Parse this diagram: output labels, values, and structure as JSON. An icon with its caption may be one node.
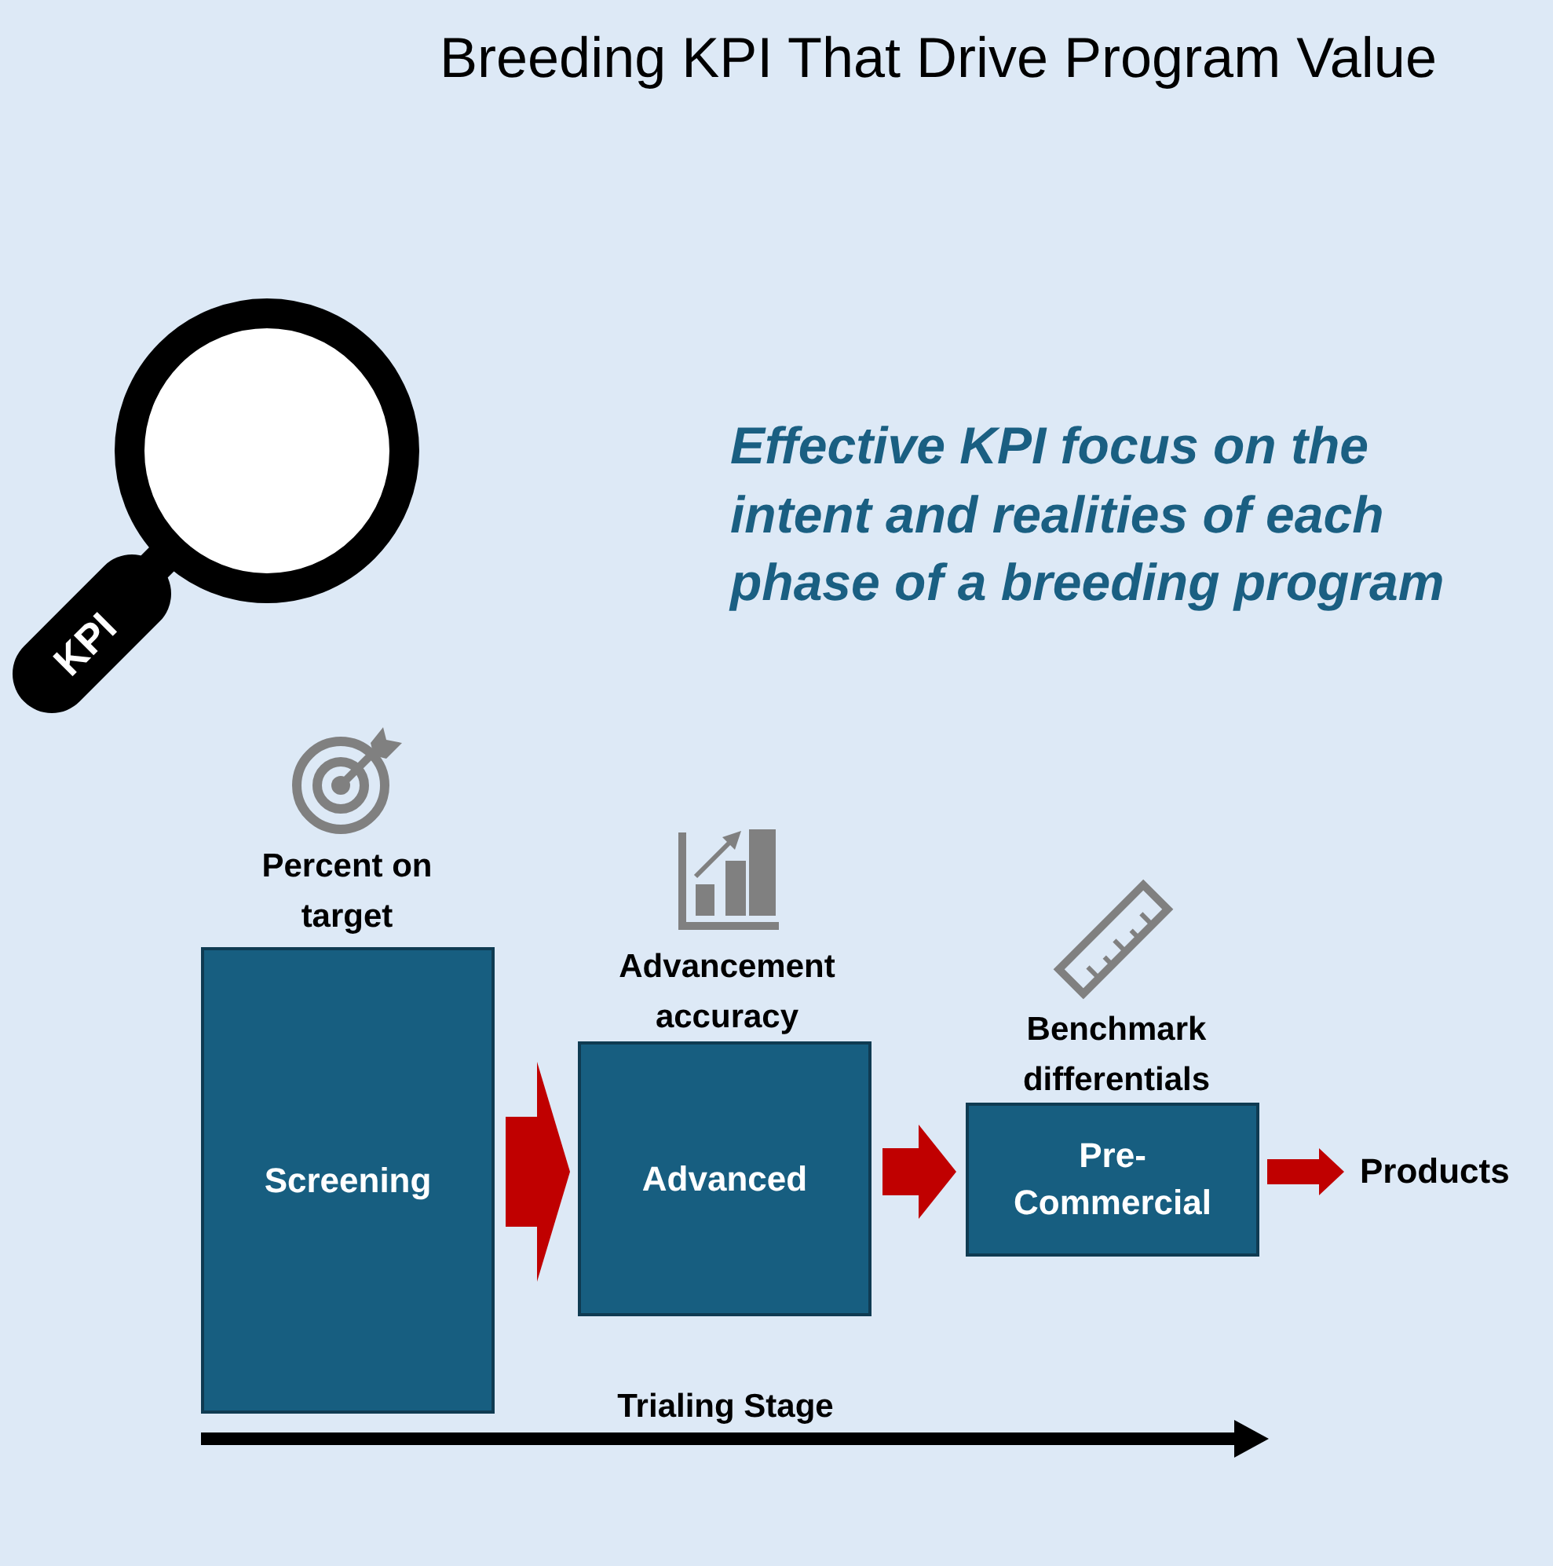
{
  "diagram": {
    "title": "Breeding KPI That Drive Program Value",
    "nodes": [
      {
        "text": [
          "Screening"
        ],
        "beside": [
          "Percent on target"
        ]
      },
      {
        "text": [
          "Advanced"
        ],
        "beside": [
          "Advancement accuracy"
        ]
      },
      {
        "text": [
          "Pre-Commercial"
        ],
        "beside": [
          "Benchmark differentials"
        ]
      },
      {
        "text": [
          "Products"
        ]
      }
    ],
    "edges": [
      {
        "from": 0,
        "to": 1,
        "arrow": "to",
        "style": "thick",
        "color": "#c00000"
      },
      {
        "from": 1,
        "to": 2,
        "arrow": "to",
        "color": "#c00000"
      },
      {
        "from": 2,
        "to": 3,
        "arrow": "to",
        "color": "#c00000"
      }
    ],
    "labels": [
      "KPI",
      "Effective KPI focus on the intent and realities of each phase of a breeding program",
      "Trialing Stage"
    ]
  }
}
